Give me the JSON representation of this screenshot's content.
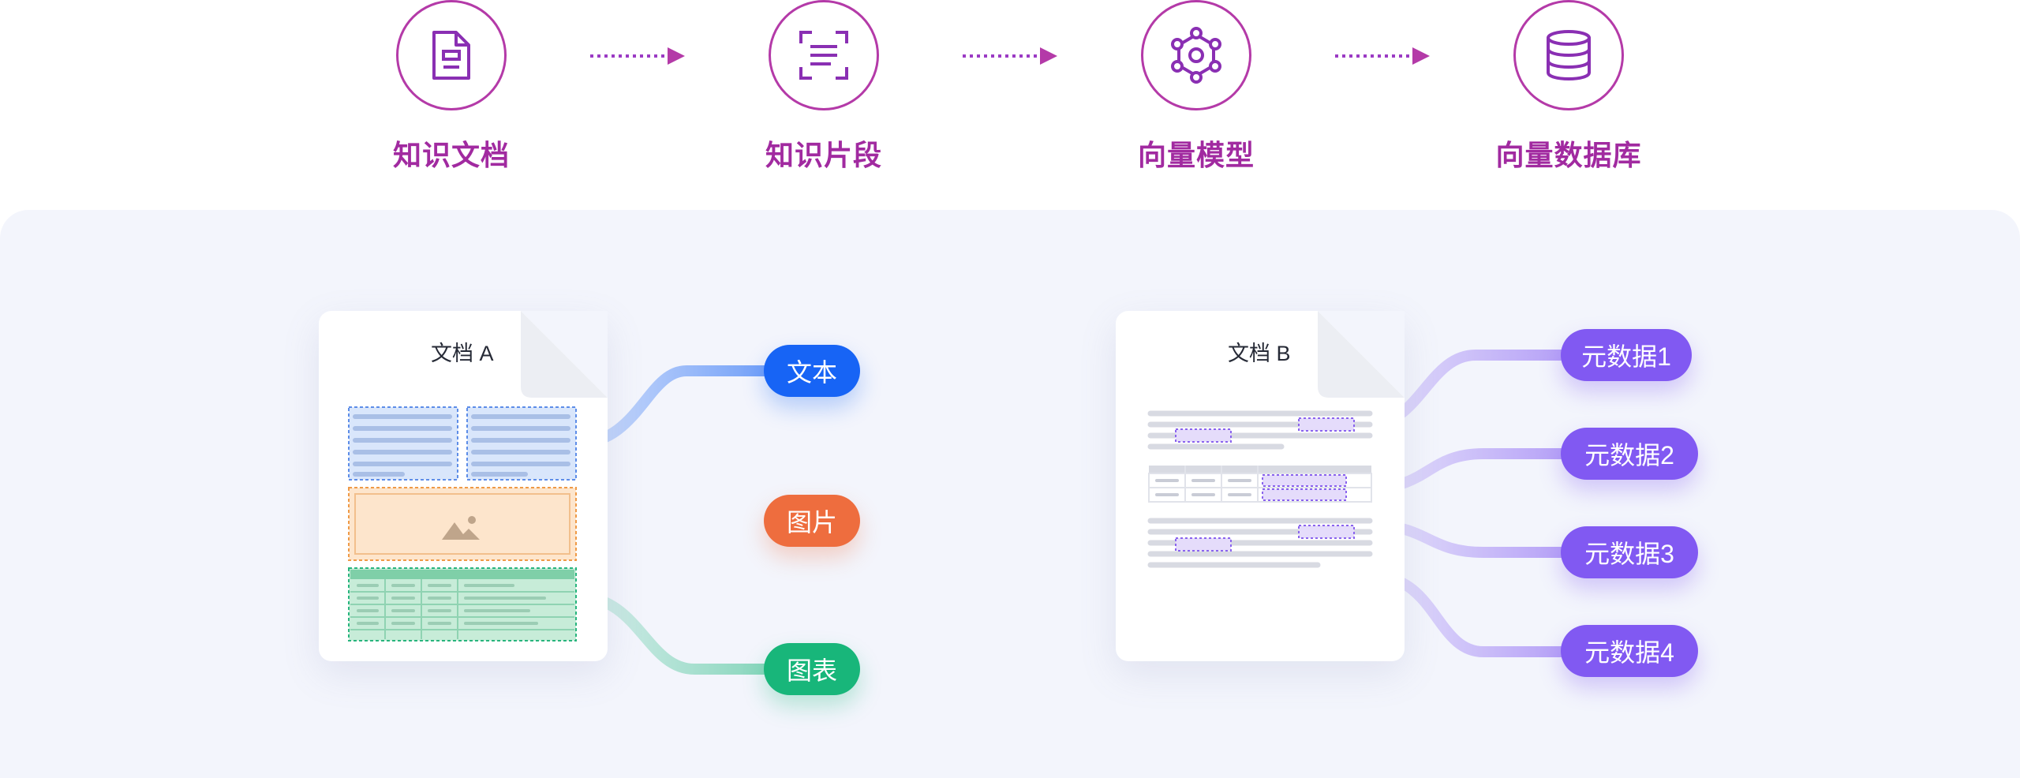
{
  "pipeline": {
    "steps": [
      {
        "label": "知识文档",
        "icon": "document-icon"
      },
      {
        "label": "知识片段",
        "icon": "text-scan-icon"
      },
      {
        "label": "向量模型",
        "icon": "network-node-icon"
      },
      {
        "label": "向量数据库",
        "icon": "database-icon"
      }
    ]
  },
  "doc_a": {
    "title": "文档 A",
    "tags": [
      "文本",
      "图片",
      "图表"
    ]
  },
  "doc_b": {
    "title": "文档 B",
    "tags": [
      "元数据1",
      "元数据2",
      "元数据3",
      "元数据4"
    ]
  },
  "colors": {
    "step_accent": "#b43aa8",
    "text_blue": "#1764f5",
    "image_orange": "#ee6d3e",
    "table_green": "#18b67a",
    "meta_purple": "#8159f2",
    "panel_bg": "#f3f5fc"
  }
}
